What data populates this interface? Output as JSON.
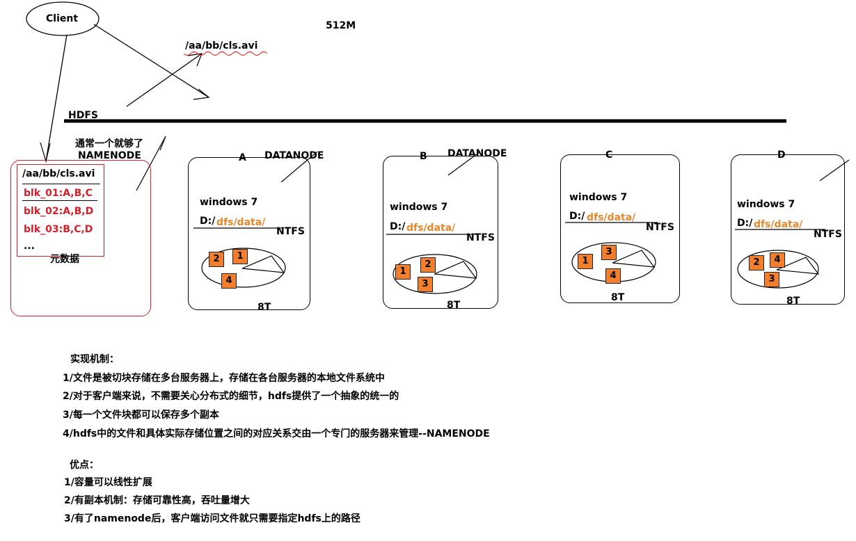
{
  "top": {
    "client_label": "Client",
    "size_label": "512M",
    "path_label": "/aa/bb/cls.avi",
    "hdfs_label": "HDFS"
  },
  "namenode": {
    "note": "通常一个就够了",
    "label": "NAMENODE",
    "meta_path": "/aa/bb/cls.avi",
    "blocks": [
      "blk_01:A,B,C",
      "blk_02:A,B,D",
      "blk_03:B,C,D",
      "..."
    ],
    "meta_caption": "元数据"
  },
  "datanode_label": "DATANODE",
  "servers": [
    {
      "name": "A",
      "os": "windows 7",
      "drive": "D:/",
      "path": "dfs/data/",
      "fs": "NTFS",
      "capacity": "8T",
      "blocks": [
        "2",
        "1",
        "4"
      ]
    },
    {
      "name": "B",
      "os": "windows 7",
      "drive": "D:/",
      "path": "dfs/data/",
      "fs": "NTFS",
      "capacity": "8T",
      "blocks": [
        "1",
        "2",
        "3"
      ]
    },
    {
      "name": "C",
      "os": "windows 7",
      "drive": "D:/",
      "path": "dfs/data/",
      "fs": "NTFS",
      "capacity": "8T",
      "blocks": [
        "3",
        "1",
        "4"
      ]
    },
    {
      "name": "D",
      "os": "windows 7",
      "drive": "D:/",
      "path": "dfs/data/",
      "fs": "NTFS",
      "capacity": "8T",
      "blocks": [
        "2",
        "4",
        "3"
      ]
    }
  ],
  "mechanism": {
    "title": "实现机制：",
    "items": [
      "1/文件是被切块存储在多台服务器上，存储在各台服务器的本地文件系统中",
      "2/对于客户端来说，不需要关心分布式的细节，hdfs提供了一个抽象的统一的",
      "3/每一个文件块都可以保存多个副本",
      "4/hdfs中的文件和具体实际存储位置之间的对应关系交由一个专门的服务器来管理--NAMENODE"
    ]
  },
  "advantages": {
    "title": "优点：",
    "items": [
      "1/容量可以线性扩展",
      "2/有副本机制：存储可靠性高，吞吐量增大",
      "3/有了namenode后，客户端访问文件就只需要指定hdfs上的路径"
    ]
  }
}
